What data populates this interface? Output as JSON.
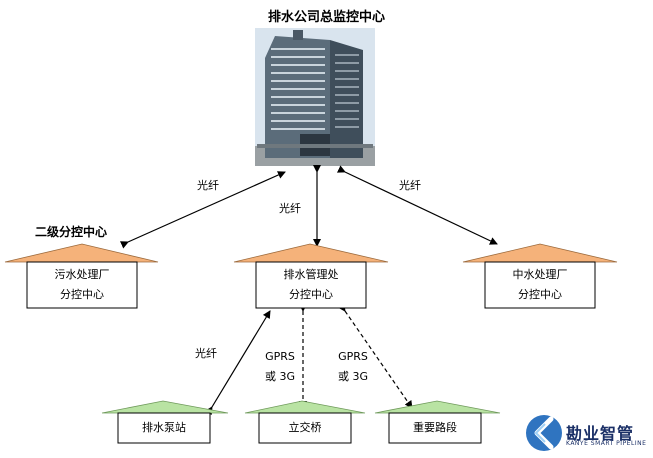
{
  "diagram": {
    "title": "排水公司总监控中心",
    "level2_label": "二级分控中心",
    "links": {
      "fiber_left": "光纤",
      "fiber_center": "光纤",
      "fiber_right": "光纤",
      "fiber_bottom": "光纤",
      "gprs_center_1": "GPRS",
      "gprs_center_2": "或 3G",
      "gprs_right_1": "GPRS",
      "gprs_right_2": "或 3G"
    },
    "centers": [
      {
        "line1": "污水处理厂",
        "line2": "分控中心"
      },
      {
        "line1": "排水管理处",
        "line2": "分控中心"
      },
      {
        "line1": "中水处理厂",
        "line2": "分控中心"
      }
    ],
    "sites": [
      {
        "label": "排水泵站"
      },
      {
        "label": "立交桥"
      },
      {
        "label": "重要路段"
      }
    ],
    "colors": {
      "center_roof": "#f5b27a",
      "site_roof": "#b9e3a3",
      "arrow": "#000000"
    }
  },
  "brand": {
    "name": "勘业智管",
    "subtitle": "KANYE SMART PIPELINE"
  }
}
